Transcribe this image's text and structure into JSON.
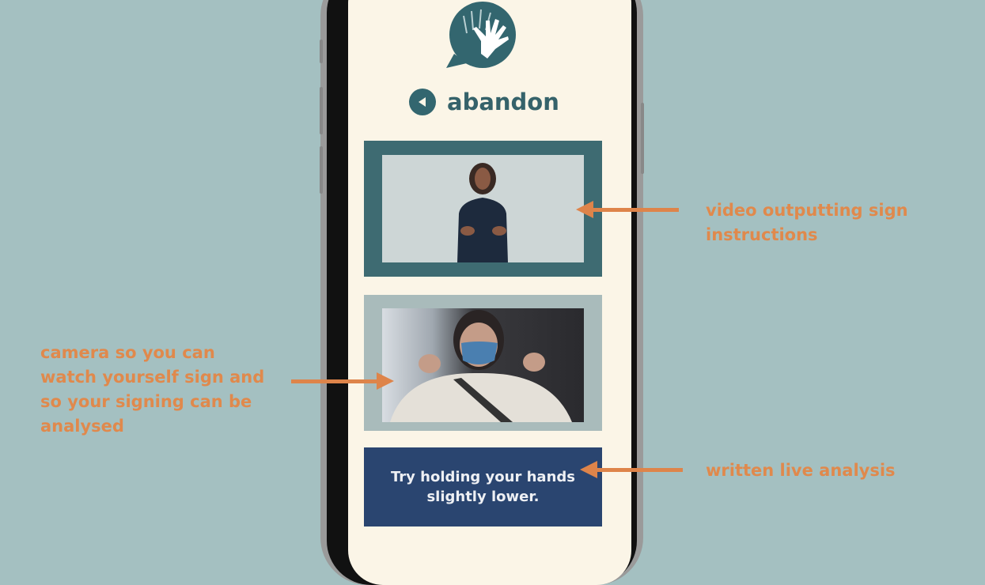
{
  "app": {
    "word": "abandon"
  },
  "analysis": {
    "line1": "Try holding your hands",
    "line2": "slightly lower."
  },
  "annotations": {
    "video": [
      "video outputting sign",
      "instructions"
    ],
    "camera": [
      "camera so you can",
      "watch yourself sign and",
      "so your signing can be",
      "analysed"
    ],
    "analysis": "written live analysis"
  },
  "icons": {
    "logo": "sign-language-hand-speech-bubble",
    "back": "back-arrow-circle"
  },
  "colors": {
    "background": "#a4c0c1",
    "accent": "#35626a",
    "analysis": "#2a4570",
    "annotation": "#e0894c"
  }
}
